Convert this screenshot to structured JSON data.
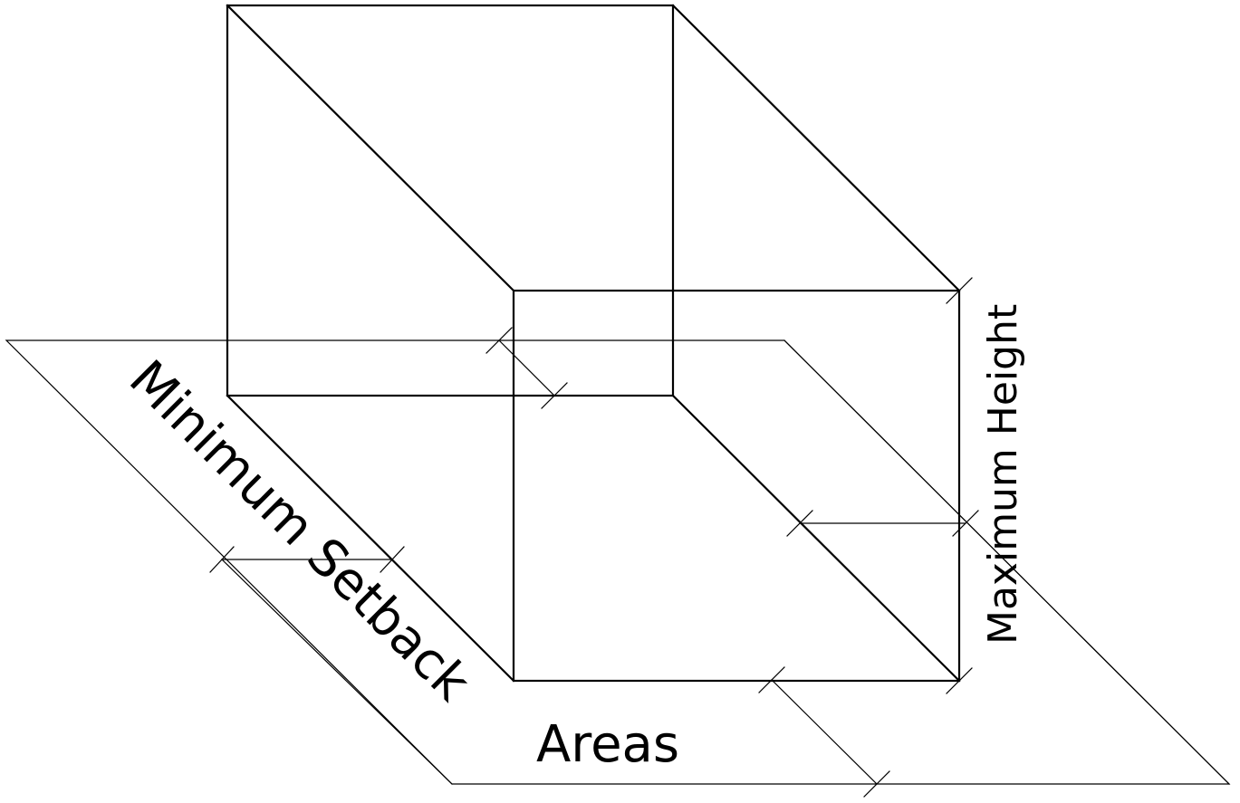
{
  "labels": {
    "setback": "Minimum Setback",
    "areas": "Areas",
    "height": "Maximum Height"
  },
  "colors": {
    "line": "#000000",
    "background": "#ffffff"
  }
}
